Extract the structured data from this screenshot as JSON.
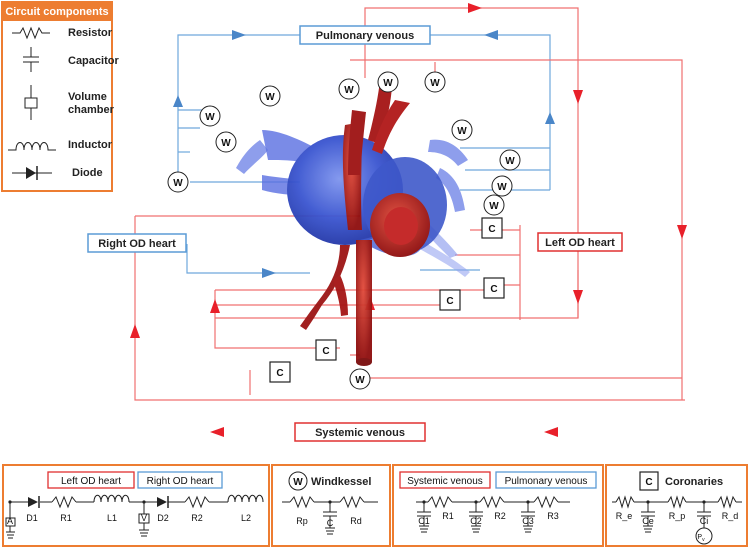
{
  "legend": {
    "title": "Circuit components",
    "items": [
      {
        "symbol": "resistor-symbol",
        "label": "Resistor"
      },
      {
        "symbol": "capacitor-symbol",
        "label": "Capacitor"
      },
      {
        "symbol": "volume-chamber-symbol",
        "label": "Volume\nchamber"
      },
      {
        "symbol": "inductor-symbol",
        "label": "Inductor"
      },
      {
        "symbol": "diode-symbol",
        "label": "Diode"
      }
    ]
  },
  "main": {
    "pulmonary_venous": "Pulmonary venous",
    "right_od_heart": "Right OD heart",
    "left_od_heart": "Left OD heart",
    "systemic_venous": "Systemic venous",
    "windkessel_symbol": "W",
    "coronary_symbol": "C"
  },
  "bottom": {
    "heart": {
      "left_label": "Left OD heart",
      "right_label": "Right OD heart",
      "components": [
        "A",
        "D1",
        "R1",
        "L1",
        "V",
        "D2",
        "R2",
        "L2"
      ]
    },
    "windkessel": {
      "symbol": "W",
      "title": "Windkessel",
      "components": [
        "Rp",
        "C",
        "Rd"
      ]
    },
    "venous": {
      "systemic_label": "Systemic venous",
      "pulmonary_label": "Pulmonary venous",
      "components": [
        "C1",
        "R1",
        "C2",
        "R2",
        "C3",
        "R3"
      ]
    },
    "coronaries": {
      "symbol": "C",
      "title": "Coronaries",
      "components": [
        "R_e",
        "Ce",
        "R_p",
        "Ci",
        "R_d"
      ],
      "pressure_label": "P",
      "pressure_sub": "v"
    }
  },
  "colors": {
    "orange": "#ed7d31",
    "red_line": "#e84040",
    "blue_line": "#6fa8dc",
    "blue_box": "#5b9bd5",
    "red_box": "#e03030",
    "vessel_blue": "#3d5fd8",
    "vessel_red": "#b01818"
  }
}
